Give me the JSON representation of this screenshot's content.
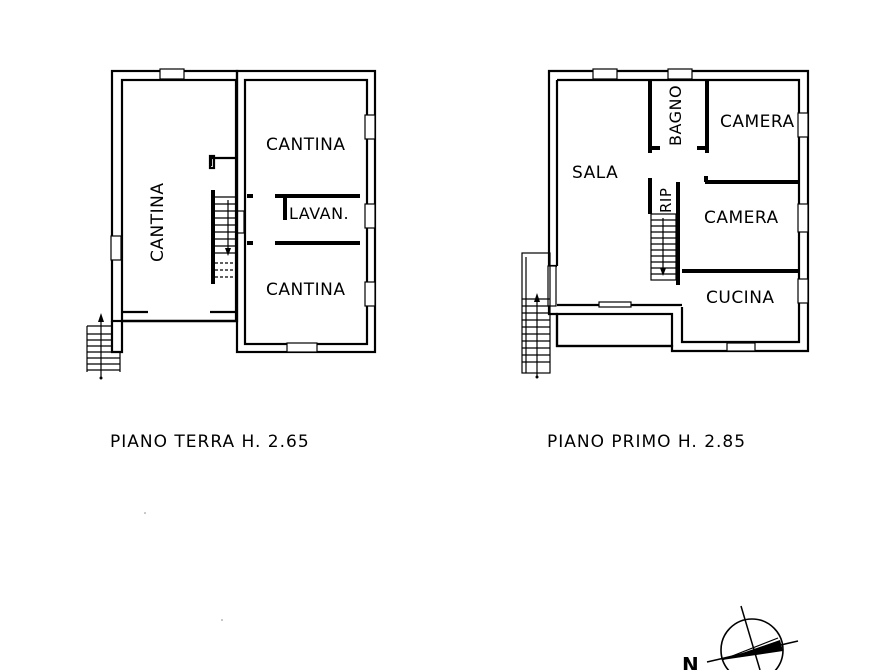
{
  "ground_floor": {
    "caption": "PIANO TERRA H. 2.65",
    "rooms": [
      {
        "label": "CANTINA",
        "orientation": "vertical"
      },
      {
        "label": "CANTINA",
        "orientation": "horizontal"
      },
      {
        "label": "LAVAN.",
        "orientation": "horizontal"
      },
      {
        "label": "CANTINA",
        "orientation": "horizontal"
      }
    ]
  },
  "first_floor": {
    "caption": "PIANO PRIMO H. 2.85",
    "rooms": [
      {
        "label": "SALA",
        "orientation": "horizontal"
      },
      {
        "label": "BAGNO",
        "orientation": "vertical"
      },
      {
        "label": "CAMERA",
        "orientation": "horizontal"
      },
      {
        "label": "RIP",
        "orientation": "vertical"
      },
      {
        "label": "CAMERA",
        "orientation": "horizontal"
      },
      {
        "label": "CUCINA",
        "orientation": "horizontal"
      }
    ]
  },
  "compass": {
    "label": "N",
    "icon": "north-arrow-icon"
  }
}
